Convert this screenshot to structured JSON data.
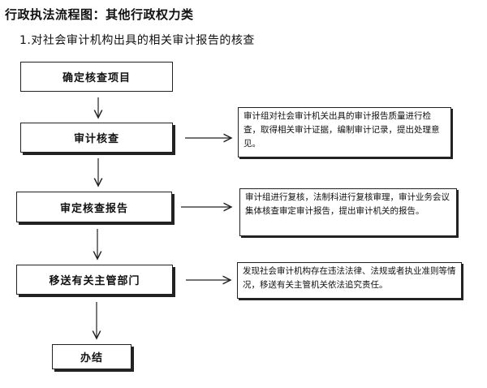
{
  "header": {
    "title": "行政执法流程图：其他行政权力类",
    "subtitle": "1.对社会审计机构出具的相关审计报告的核查"
  },
  "steps": [
    {
      "label": "确定核查项目"
    },
    {
      "label": "审计核查"
    },
    {
      "label": "审定核查报告"
    },
    {
      "label": "移送有关主管部门"
    },
    {
      "label": "办结"
    }
  ],
  "notes": [
    {
      "text": "审计组对社会审计机关出具的审计报告质量进行检查，取得相关审计证据，编制审计记录，提出处理意见。"
    },
    {
      "text": "审计组进行复核，法制科进行复核审理，审计业务会议集体核查审定审计报告，提出审计机关的报告。"
    },
    {
      "text": "发现社会审计机构存在违法法律、法规或者执业准则等情况，移送有关主管机关依法追究责任。"
    }
  ]
}
